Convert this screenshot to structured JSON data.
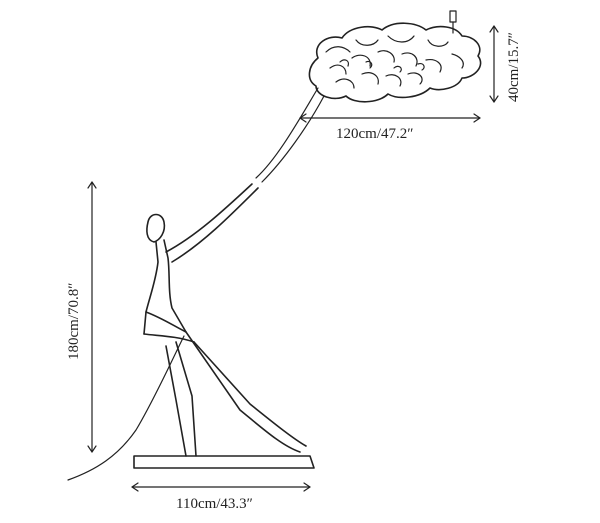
{
  "dimensions": {
    "width_label": "120cm/47.2″",
    "height_label": "40cm/15.7″",
    "total_height_label": "180cm/70.8″",
    "base_width_label": "110cm/43.3″"
  },
  "illustration": {
    "subject": "figure-pulling-cloud-lamp",
    "line_color": "#222222",
    "background": "#ffffff"
  }
}
